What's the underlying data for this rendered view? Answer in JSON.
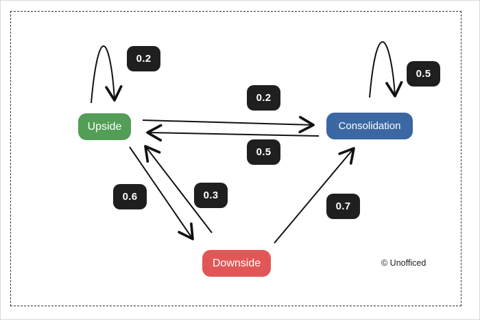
{
  "diagram": {
    "type": "markov-state-transition",
    "copyright": "© Unofficed",
    "colors": {
      "upside_node": "#529e57",
      "consolidation_node": "#3b67a3",
      "downside_node": "#e15757",
      "probability_badge": "#1f1f1f",
      "arrow": "#111111",
      "frame_dash": "#2e2e2e"
    },
    "nodes": [
      {
        "id": "upside",
        "label": "Upside"
      },
      {
        "id": "consolidation",
        "label": "Consolidation"
      },
      {
        "id": "downside",
        "label": "Downside"
      }
    ],
    "edges": [
      {
        "from": "Upside",
        "to": "Upside",
        "probability": "0.2"
      },
      {
        "from": "Upside",
        "to": "Consolidation",
        "probability": "0.2"
      },
      {
        "from": "Consolidation",
        "to": "Upside",
        "probability": "0.5"
      },
      {
        "from": "Consolidation",
        "to": "Consolidation",
        "probability": "0.5"
      },
      {
        "from": "Upside",
        "to": "Downside",
        "probability": "0.6"
      },
      {
        "from": "Downside",
        "to": "Upside",
        "probability": "0.3"
      },
      {
        "from": "Downside",
        "to": "Consolidation",
        "probability": "0.7"
      }
    ]
  }
}
